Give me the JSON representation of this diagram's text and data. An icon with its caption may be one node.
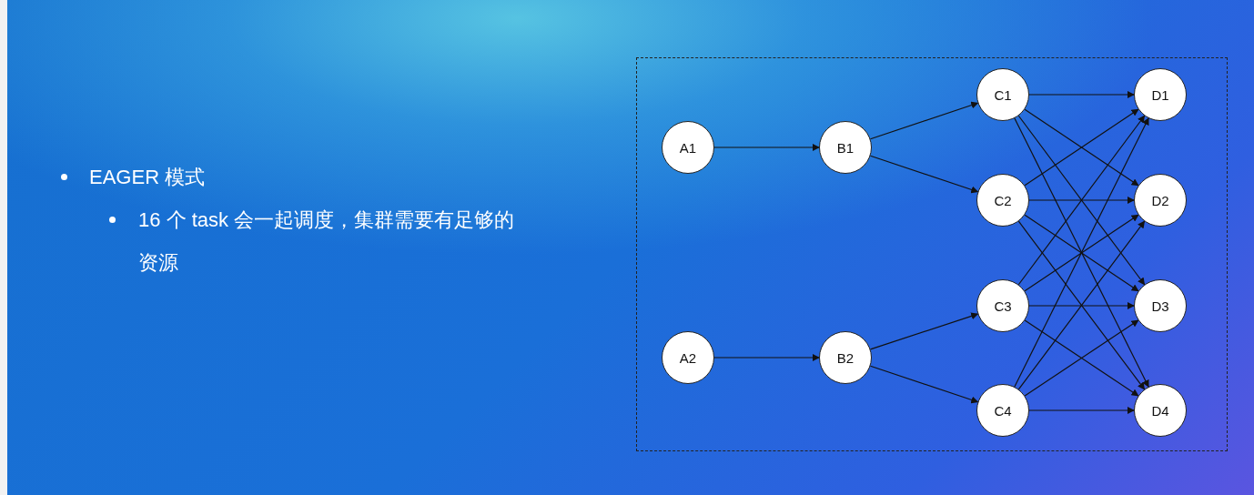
{
  "diagram": {
    "nodes": [
      {
        "text": [],
        "shape": "box"
      },
      {
        "text": [
          "A1"
        ],
        "in": 0
      },
      {
        "text": [
          "A2"
        ],
        "in": 0
      },
      {
        "text": [
          "B1"
        ],
        "in": 0
      },
      {
        "text": [
          "B2"
        ],
        "in": 0
      },
      {
        "text": [
          "C1"
        ],
        "in": 0
      },
      {
        "text": [
          "C2"
        ],
        "in": 0
      },
      {
        "text": [
          "C3"
        ],
        "in": 0
      },
      {
        "text": [
          "C4"
        ],
        "in": 0
      },
      {
        "text": [
          "D1"
        ],
        "in": 0
      },
      {
        "text": [
          "D2"
        ],
        "in": 0
      },
      {
        "text": [
          "D3"
        ],
        "in": 0
      },
      {
        "text": [
          "D4"
        ],
        "in": 0
      }
    ],
    "edges": [
      {
        "from": 1,
        "to": 3,
        "arrow": "to"
      },
      {
        "from": 2,
        "to": 4,
        "arrow": "to"
      },
      {
        "from": 3,
        "to": 5,
        "arrow": "to"
      },
      {
        "from": 3,
        "to": 6,
        "arrow": "to"
      },
      {
        "from": 4,
        "to": 7,
        "arrow": "to"
      },
      {
        "from": 4,
        "to": 8,
        "arrow": "to"
      },
      {
        "from": 5,
        "to": 9,
        "arrow": "to"
      },
      {
        "from": 5,
        "to": 10,
        "arrow": "to"
      },
      {
        "from": 5,
        "to": 11,
        "arrow": "to"
      },
      {
        "from": 5,
        "to": 12,
        "arrow": "to"
      },
      {
        "from": 6,
        "to": 9,
        "arrow": "to"
      },
      {
        "from": 6,
        "to": 10,
        "arrow": "to"
      },
      {
        "from": 6,
        "to": 11,
        "arrow": "to"
      },
      {
        "from": 6,
        "to": 12,
        "arrow": "to"
      },
      {
        "from": 7,
        "to": 9,
        "arrow": "to"
      },
      {
        "from": 7,
        "to": 10,
        "arrow": "to"
      },
      {
        "from": 7,
        "to": 11,
        "arrow": "to"
      },
      {
        "from": 7,
        "to": 12,
        "arrow": "to"
      },
      {
        "from": 8,
        "to": 9,
        "arrow": "to"
      },
      {
        "from": 8,
        "to": 10,
        "arrow": "to"
      },
      {
        "from": 8,
        "to": 11,
        "arrow": "to"
      },
      {
        "from": 8,
        "to": 12,
        "arrow": "to"
      }
    ],
    "labels": [
      "EAGER 模式",
      "16 个 task 会一起调度，集群需要有足够的资源"
    ]
  }
}
